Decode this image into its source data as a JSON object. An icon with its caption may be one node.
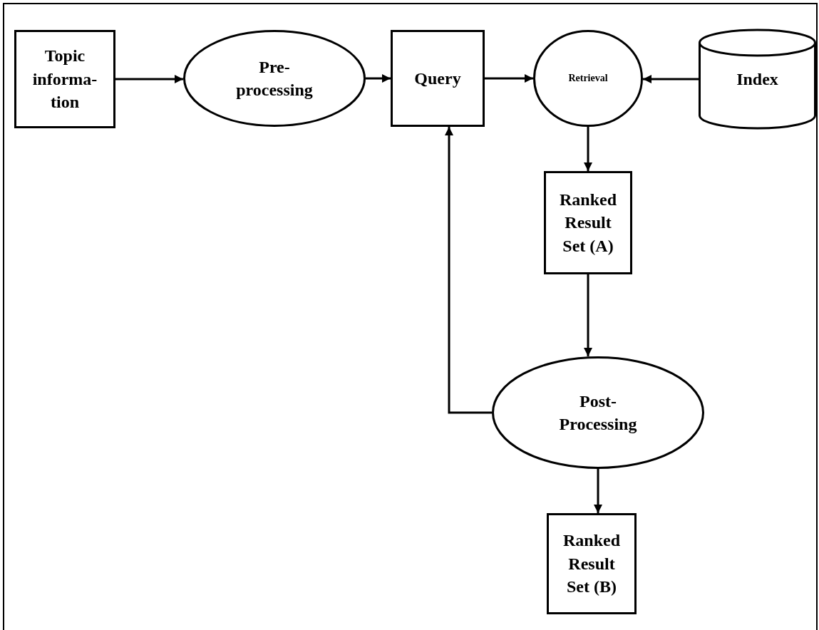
{
  "diagram": {
    "nodes": [
      {
        "text": [
          "Topic informa- tion"
        ]
      },
      {
        "text": [
          "Pre-processing"
        ]
      },
      {
        "text": [
          "Query"
        ]
      },
      {
        "text": [
          "Retrieval"
        ]
      },
      {
        "text": [
          "Index"
        ]
      },
      {
        "text": [
          "Ranked Result Set (A)"
        ]
      },
      {
        "text": [
          "Post-Processing"
        ]
      },
      {
        "text": [
          "Ranked Result Set (B)"
        ]
      }
    ],
    "edges": [
      {
        "from": 0,
        "to": 1,
        "arrow": "to"
      },
      {
        "from": 1,
        "to": 2,
        "arrow": "to"
      },
      {
        "from": 2,
        "to": 3,
        "arrow": "to"
      },
      {
        "from": 4,
        "to": 3,
        "arrow": "to"
      },
      {
        "from": 3,
        "to": 5,
        "arrow": "to"
      },
      {
        "from": 5,
        "to": 6,
        "arrow": "to"
      },
      {
        "from": 6,
        "to": 2,
        "arrow": "to"
      },
      {
        "from": 6,
        "to": 7,
        "arrow": "to"
      }
    ]
  }
}
